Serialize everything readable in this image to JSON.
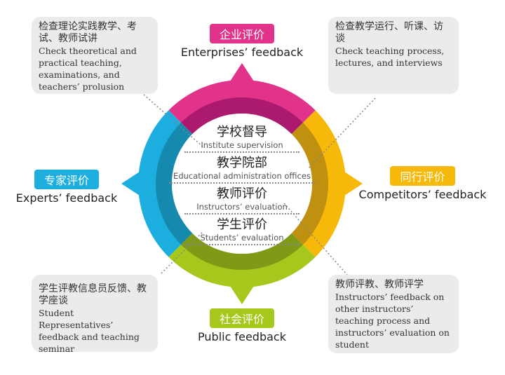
{
  "colors": {
    "pink": "#e2338a",
    "pink_dark": "#ab1a6e",
    "yellow": "#f6b90a",
    "yellow_dark": "#c09010",
    "green": "#a6c81c",
    "green_dark": "#7e9a16",
    "blue": "#1caede",
    "blue_dark": "#1689ae"
  },
  "tags": {
    "top": {
      "zh": "企业评价",
      "en": "Enterprises’ feedback"
    },
    "right": {
      "zh": "同行评价",
      "en": "Competitors’ feedback"
    },
    "bottom": {
      "zh": "社会评价",
      "en": "Public feedback"
    },
    "left": {
      "zh": "专家评价",
      "en": "Experts’ feedback"
    }
  },
  "center": [
    {
      "zh": "学校督导",
      "en": "Institute supervision"
    },
    {
      "zh": "教学院部",
      "en": "Educational administration offices"
    },
    {
      "zh": "教师评价",
      "en": "Instructors’ evaluation"
    },
    {
      "zh": "学生评价",
      "en": "Students’ evaluation"
    }
  ],
  "boxes": {
    "top_left": {
      "zh": "检查理论实践教学、考试、教师试讲",
      "en": "Check theoretical and practical teaching, examinations, and teachers’ prolusion"
    },
    "top_right": {
      "zh": "检查教学运行、听课、访谈",
      "en": "Check teaching process, lectures, and interviews"
    },
    "bottom_left": {
      "zh": "学生评教信息员反馈、教学座谈",
      "en": "Student Representatives’ feedback and teaching seminar"
    },
    "bottom_right": {
      "zh": "教师评教、教师评学",
      "en": "Instructors’ feedback on other instructors’ teaching process and instructors’ evaluation on student"
    }
  }
}
